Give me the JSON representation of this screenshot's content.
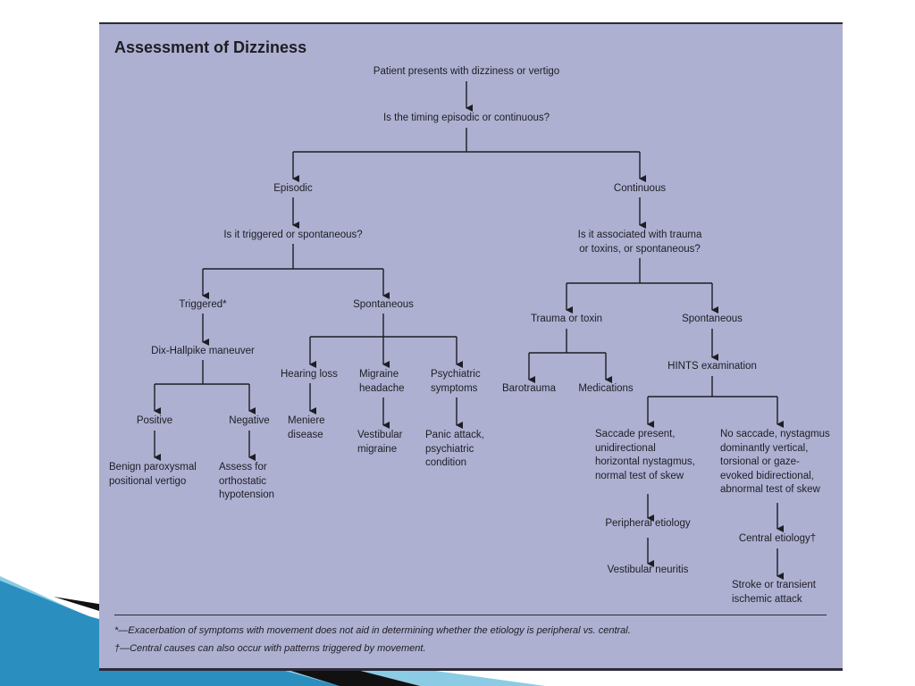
{
  "title": "Assessment of Dizziness",
  "nodes": {
    "start": "Patient presents with dizziness or vertigo",
    "timing_question": "Is the timing episodic or continuous?",
    "episodic": "Episodic",
    "continuous": "Continuous",
    "triggered_question": "Is it triggered or spontaneous?",
    "trauma_question_1": "Is it associated with trauma",
    "trauma_question_2": "or toxins, or spontaneous?",
    "triggered": "Triggered*",
    "episodic_spontaneous": "Spontaneous",
    "trauma_or_toxin": "Trauma or toxin",
    "continuous_spontaneous": "Spontaneous",
    "dix_hallpike": "Dix-Hallpike maneuver",
    "hearing_loss": "Hearing loss",
    "migraine_headache_1": "Migraine",
    "migraine_headache_2": "headache",
    "psychiatric_symptoms_1": "Psychiatric",
    "psychiatric_symptoms_2": "symptoms",
    "barotrauma": "Barotrauma",
    "medications": "Medications",
    "hints": "HINTS examination",
    "positive": "Positive",
    "negative": "Negative",
    "meniere_1": "Meniere",
    "meniere_2": "disease",
    "vestibular_migraine_1": "Vestibular",
    "vestibular_migraine_2": "migraine",
    "panic_attack_1": "Panic attack,",
    "panic_attack_2": "psychiatric",
    "panic_attack_3": "condition",
    "bppv_1": "Benign paroxysmal",
    "bppv_2": "positional vertigo",
    "assess_orthostatic_1": "Assess for",
    "assess_orthostatic_2": "orthostatic",
    "assess_orthostatic_3": "hypotension",
    "saccade_present_1": "Saccade present,",
    "saccade_present_2": "unidirectional",
    "saccade_present_3": "horizontal nystagmus,",
    "saccade_present_4": "normal test of skew",
    "no_saccade_1": "No saccade, nystagmus",
    "no_saccade_2": "dominantly vertical,",
    "no_saccade_3": "torsional or gaze-",
    "no_saccade_4": "evoked bidirectional,",
    "no_saccade_5": "abnormal test of skew",
    "peripheral_etiology": "Peripheral etiology",
    "central_etiology": "Central etiology†",
    "vestibular_neuritis": "Vestibular neuritis",
    "stroke_tia_1": "Stroke or transient",
    "stroke_tia_2": "ischemic attack"
  },
  "footnotes": {
    "asterisk": "*—Exacerbation of symptoms with movement does not aid in determining whether the etiology is peripheral vs. central.",
    "dagger": "†—Central causes can also occur with patterns triggered by movement."
  },
  "colors": {
    "panel_background": "#aeb0d1",
    "text": "#1d1d24",
    "slide_accent": "#2a8fbf"
  }
}
